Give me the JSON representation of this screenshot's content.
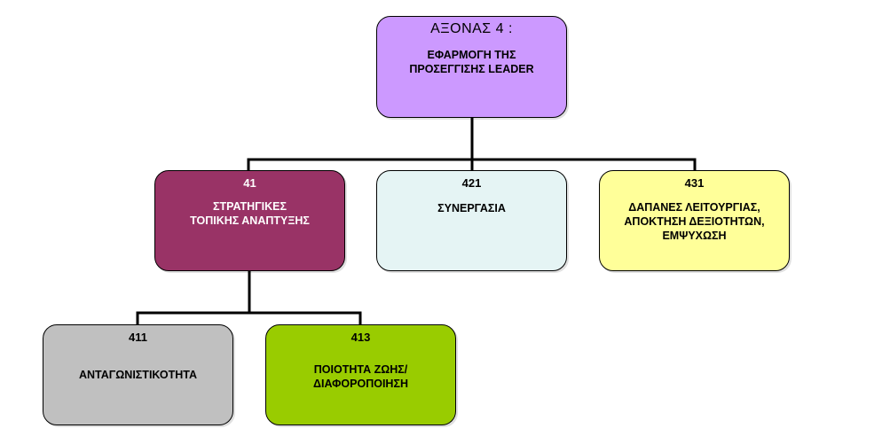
{
  "nodes": [
    {
      "id": "root",
      "code": "ΑΞΟΝΑΣ 4 :",
      "lines": [
        "ΕΦΑΡΜΟΓΗ ΤΗΣ",
        "ΠΡΟΣΕΓΓΙΣΗΣ LEADER"
      ],
      "color": "#CC99FF",
      "text_color": "#000000"
    },
    {
      "id": "n41",
      "code": "41",
      "lines": [
        "ΣΤΡΑΤΗΓΙΚΕΣ",
        "ΤΟΠΙΚΗΣ ΑΝΑΠΤΥΞΗΣ"
      ],
      "color": "#993366",
      "text_color": "#FFFFFF"
    },
    {
      "id": "n421",
      "code": "421",
      "lines": [
        "ΣΥΝΕΡΓΑΣΙΑ"
      ],
      "color": "#E5F4F4",
      "text_color": "#000000"
    },
    {
      "id": "n431",
      "code": "431",
      "lines": [
        "ΔΑΠΑΝΕΣ ΛΕΙΤΟΥΡΓΙΑΣ,",
        "ΑΠΟΚΤΗΣΗ ΔΕΞΙΟΤΗΤΩΝ,",
        "ΕΜΨΥΧΩΣΗ"
      ],
      "color": "#FFFF99",
      "text_color": "#000000"
    },
    {
      "id": "n411",
      "code": "411",
      "lines": [
        "ΑΝΤΑΓΩΝΙΣΤΙΚΟΤΗΤΑ"
      ],
      "color": "#C0C0C0",
      "text_color": "#000000"
    },
    {
      "id": "n413",
      "code": "413",
      "lines": [
        "ΠΟΙΟΤΗΤΑ ΖΩΗΣ/",
        "ΔΙΑΦΟΡΟΠΟΙΗΣΗ"
      ],
      "color": "#99CC00",
      "text_color": "#000000"
    }
  ],
  "edges": [
    {
      "from": "root",
      "to": "n41"
    },
    {
      "from": "root",
      "to": "n421"
    },
    {
      "from": "root",
      "to": "n431"
    },
    {
      "from": "n41",
      "to": "n411"
    },
    {
      "from": "n41",
      "to": "n413"
    }
  ]
}
